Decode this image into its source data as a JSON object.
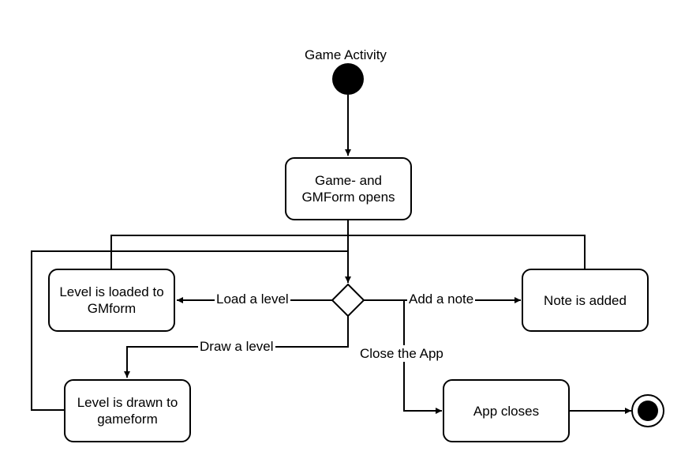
{
  "title": "Game Activity",
  "nodes": {
    "game_opens": "Game- and\nGMForm opens",
    "level_loaded": "Level is loaded to\nGMform",
    "note_added": "Note is added",
    "level_drawn": "Level is drawn to\ngameform",
    "app_closes": "App closes"
  },
  "edges": {
    "load_level": "Load a level",
    "add_note": "Add a note",
    "draw_level": "Draw a level",
    "close_app": "Close the App"
  }
}
